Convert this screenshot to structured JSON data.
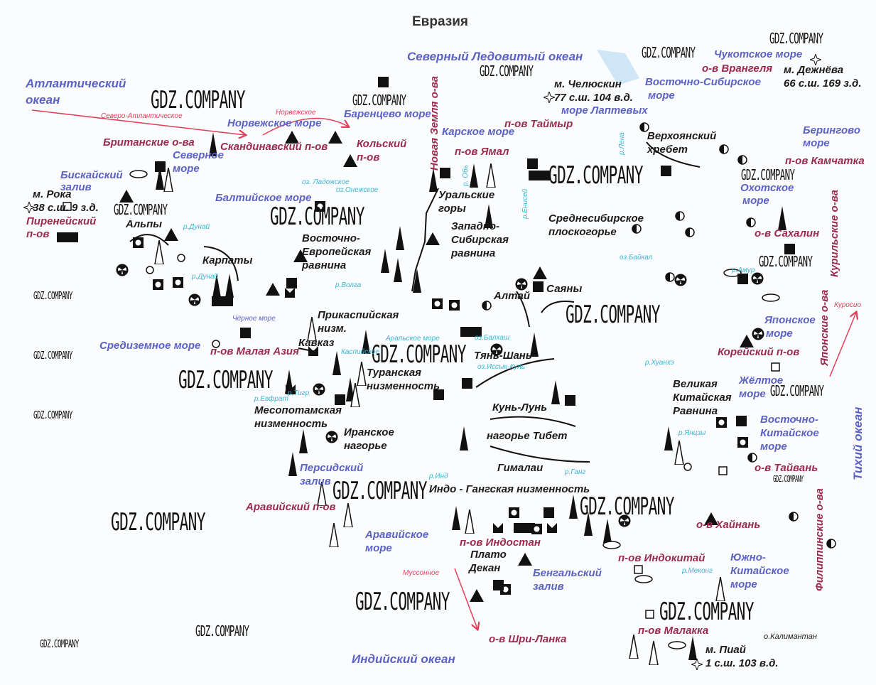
{
  "title": "Евразия",
  "seas": {
    "arctic": "Северный Ледовитый океан",
    "atlantic1": "Атлантический",
    "atlantic2": "океан",
    "barents": "Баренцево море",
    "norwegian": "Норвежское море",
    "kara": "Карское море",
    "laptev": "море Лаптевых",
    "esib1": "Восточно-Сибирское",
    "esib2": "море",
    "chukchi": "Чукотское море",
    "bering1": "Берингово",
    "bering2": "море",
    "okhotsk1": "Охотское",
    "okhotsk2": "море",
    "north1": "Северное",
    "north2": "море",
    "biscay1": "Бискайский",
    "biscay2": "залив",
    "baltic": "Балтийское море",
    "black": "Чёрное море",
    "med": "Средиземное море",
    "japan1": "Японское",
    "japan2": "море",
    "yellow1": "Жёлтое",
    "yellow2": "море",
    "ecs1": "Восточно-",
    "ecs2": "Китайское",
    "ecs3": "море",
    "persian1": "Персидский",
    "persian2": "залив",
    "arabian1": "Аравийское",
    "arabian2": "море",
    "bengal1": "Бенгальский",
    "bengal2": "залив",
    "scs1": "Южно-",
    "scs2": "Китайское",
    "scs3": "море",
    "indian": "Индийский океан",
    "pacific": "Тихий океан"
  },
  "islands": {
    "british": "Британские о-ва",
    "scand": "Скандинавский п-ов",
    "kola1": "Кольский",
    "kola2": "п-ов",
    "novaya": "Новая Земля о-ва",
    "yamal": "п-ов Ямал",
    "taimyr": "п-ов Таймыр",
    "wrangel": "о-в Врангеля",
    "kamchatka": "п-ов Камчатка",
    "kuril": "Курильские о-ва",
    "sakhalin": "о-в Сахалин",
    "japanese": "Японские о-ва",
    "korea": "Корейский п-ов",
    "taiwan": "о-в Тайвань",
    "hainan": "о-в Хайнань",
    "philippine": "Филиппинские о-ва",
    "indochina": "п-ов Индокитай",
    "malacca": "п-ов Малакка",
    "srilanka": "о-в Шри-Ланка",
    "hindustan": "п-ов Индостан",
    "arabian": "Аравийский п-ов",
    "asiaminor": "п-ов Малая Азия",
    "iberian1": "Пиренейский",
    "iberian2": "п-ов"
  },
  "landforms": {
    "roca1": "м. Рока",
    "roca2": "38 с.ш. 9 з.д.",
    "alps": "Альпы",
    "carpathians": "Карпаты",
    "eeplain1": "Восточно-",
    "eeplain2": "Европейская",
    "eeplain3": "равнина",
    "urals1": "Уральские",
    "urals2": "горы",
    "wsplain1": "Западно-",
    "wsplain2": "Сибирская",
    "wsplain3": "равнина",
    "csplateau1": "Среднесибирское",
    "csplateau2": "плоскогорье",
    "verkh1": "Верхоянский",
    "verkh2": "хребет",
    "chel1": "м. Челюскин",
    "chel2": "77 с.ш. 104 в.д.",
    "dezh1": "м. Дежнёва",
    "dezh2": "66 с.ш. 169 з.д.",
    "altai": "Алтай",
    "sayan": "Саяны",
    "caspian1": "Прикаспийская",
    "caspian2": "низм.",
    "caucasus": "Кавказ",
    "turan1": "Туранская",
    "turan2": "низменность",
    "tianshan": "Тянь-Шань",
    "kunlun": "Кунь-Лунь",
    "tibet": "нагорье Тибет",
    "himalaya": "Гималаи",
    "gcplain1": "Великая",
    "gcplain2": "Китайская",
    "gcplain3": "Равнина",
    "mesop1": "Месопотамская",
    "mesop2": "низменность",
    "iran1": "Иранское",
    "iran2": "нагорье",
    "indogang": "Индо - Гангская низменность",
    "deccan1": "Плато",
    "deccan2": "Декан",
    "piai1": "м. Пиай",
    "piai2": "1 с.ш. 103 в.д.",
    "kalimantan": "о.Калимантан"
  },
  "waters": {
    "danube1": "р.Дунай",
    "danube2": "р.Дунай",
    "volga": "р.Волга",
    "ladoga": "оз. Ладожское",
    "onega": "оз.Онежское",
    "aral": "Аральское море",
    "caspian": "Каспийское",
    "balkhash": "оз.Балхаш",
    "issyk": "оз.Иссык-Куль",
    "ob": "р. Обь",
    "yenisei": "р.Енисей",
    "lena": "р.Лена",
    "baikal": "оз.Байкал",
    "amur": "р.Амур",
    "huanghe": "р.Хуанхэ",
    "yangtze": "р.Янцзы",
    "tigris": "р.Тигр",
    "euphrates": "р.Евфрат",
    "indus": "р.Инд",
    "ganges": "р.Ганг",
    "mekong": "р.Меконг"
  },
  "currents": {
    "natl": "Северо-Атлантическое",
    "norw": "Норвежское",
    "monsoon": "Муссонное",
    "kuroshio": "Куросио"
  },
  "watermark": "GDZ.COMPANY"
}
